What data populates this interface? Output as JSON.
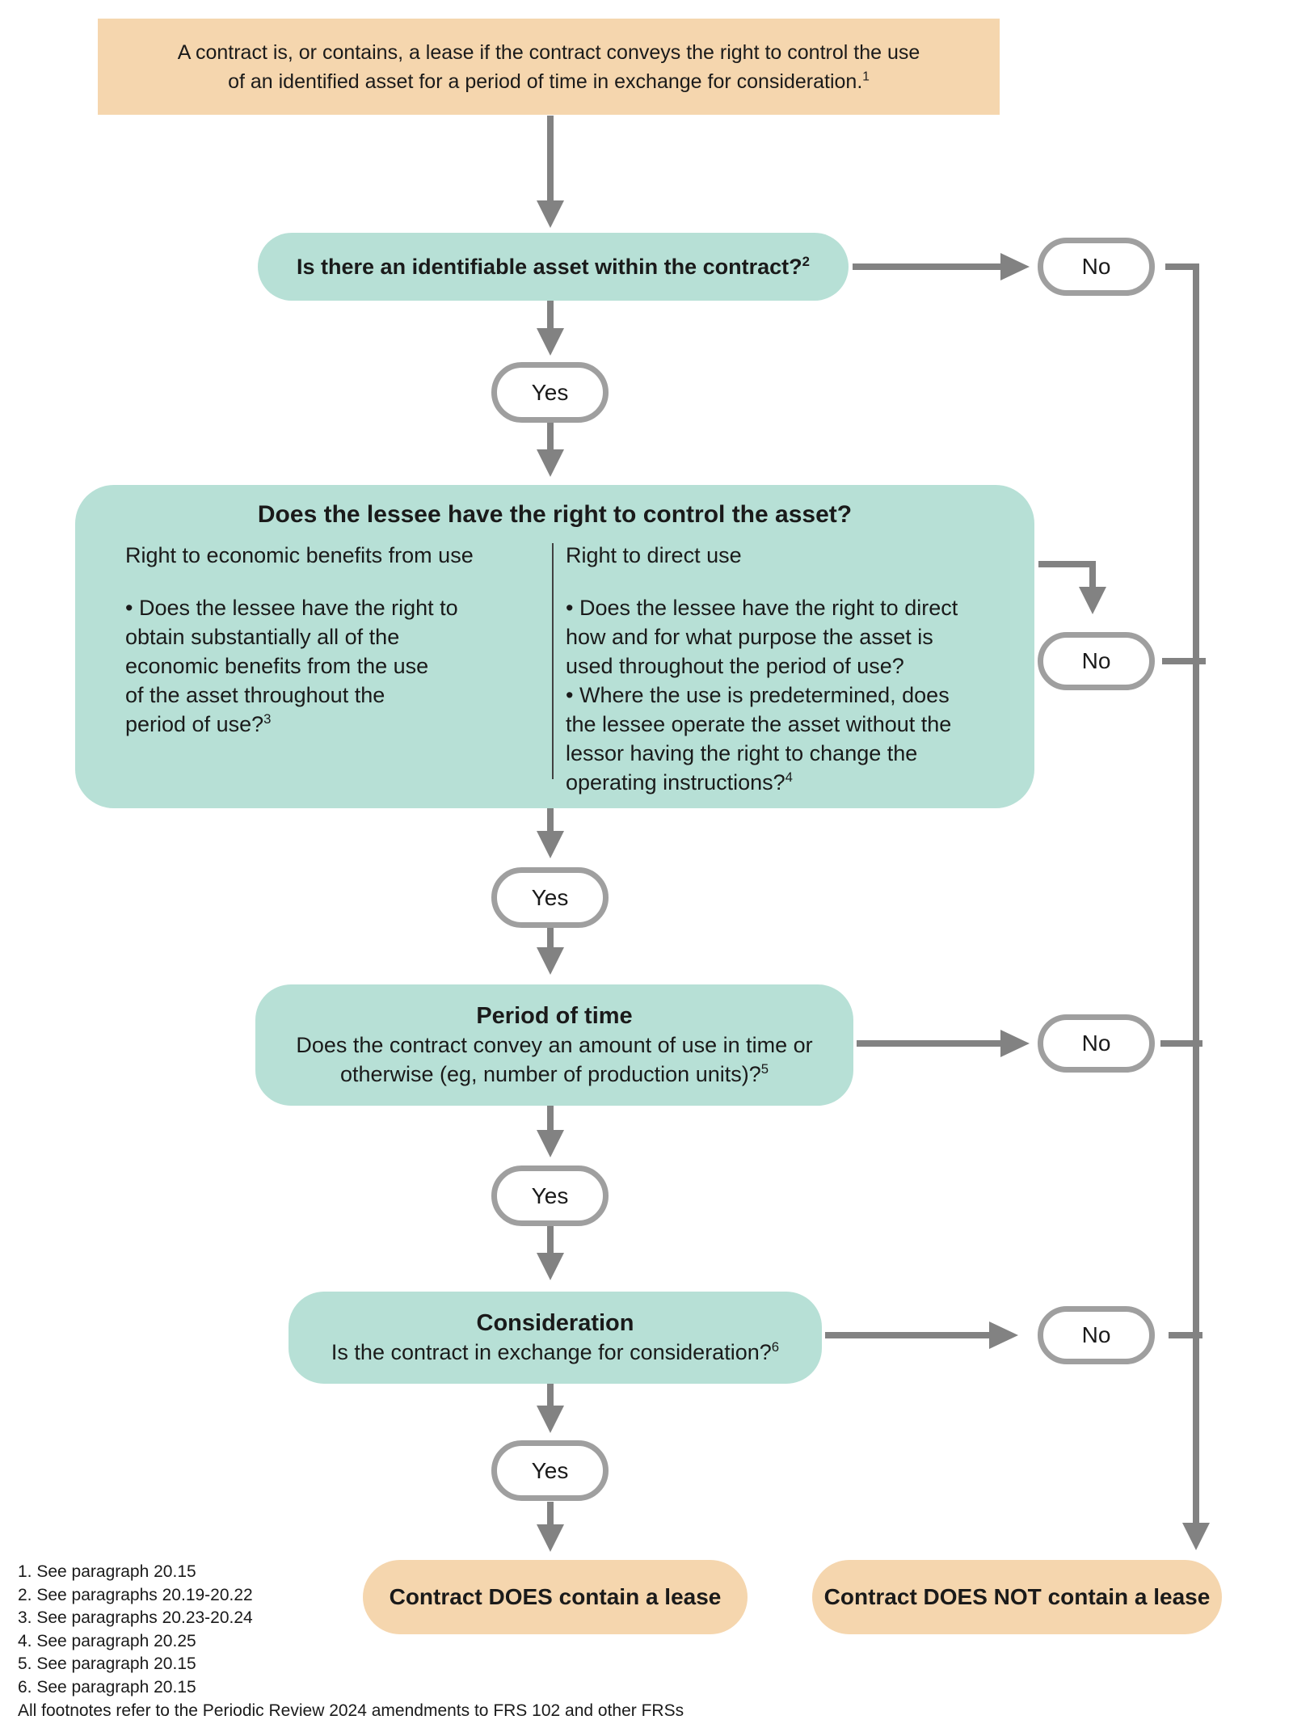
{
  "palette": {
    "box_tan": "#f5d6ae",
    "box_teal": "#b7e0d6",
    "arrow_gray": "#828282",
    "oval_border_gray": "#9f9f9f",
    "text": "#1a1a1a"
  },
  "intro": {
    "text": "A contract is, or contains, a lease if the contract conveys the right to control the use\nof an identified asset for a period of time in exchange for consideration.",
    "sup": "1"
  },
  "q_identifiable_asset": {
    "text": "Is there an identifiable asset within the contract?",
    "sup": "2"
  },
  "q_control": {
    "title": "Does the lessee have the right to control the asset?",
    "left_column": {
      "heading": "Right to economic benefits from use",
      "bullet": "• Does the lessee have the right to\nobtain substantially all of the\neconomic benefits from the use\nof the asset throughout the\nperiod of use?",
      "sup": "3"
    },
    "right_column": {
      "heading": "Right to direct use",
      "bullet1": "• Does the lessee have the right to direct\nhow and for what purpose the asset is\nused throughout the period of use?",
      "bullet2": "• Where the use is predetermined, does\nthe lessee operate the asset without the\nlessor having the right to change the\noperating instructions?",
      "sup2": "4"
    }
  },
  "q_period": {
    "title": "Period of time",
    "text": "Does the contract convey an amount of use in time or\notherwise (eg, number of production units)?",
    "sup": "5"
  },
  "q_consideration": {
    "title": "Consideration",
    "text": "Is the contract in exchange for consideration?",
    "sup": "6"
  },
  "labels": {
    "yes": "Yes",
    "no": "No"
  },
  "outcomes": {
    "contains": "Contract DOES contain a lease",
    "not_contains": "Contract DOES NOT contain a lease"
  },
  "footnotes": [
    "1. See paragraph 20.15",
    "2. See paragraphs 20.19-20.22",
    "3. See paragraphs 20.23-20.24",
    "4. See paragraph 20.25",
    "5. See paragraph 20.15",
    "6. See paragraph 20.15"
  ],
  "footnote_note": "All footnotes refer to the Periodic Review 2024 amendments to FRS 102 and other FRSs"
}
